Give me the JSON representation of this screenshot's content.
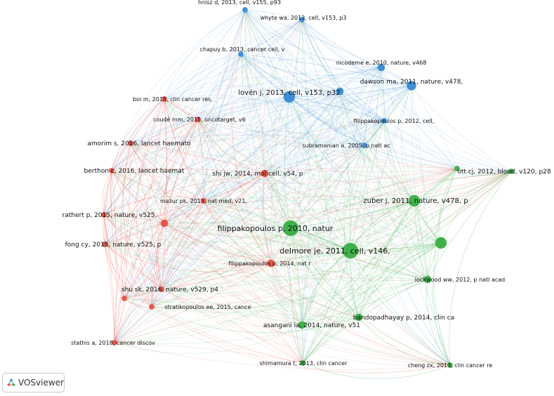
{
  "app": {
    "name": "VOSviewer"
  },
  "colors": {
    "red": "#e8544a",
    "blue": "#3f8fd6",
    "green": "#3fb04a"
  },
  "nodes": [
    {
      "id": "n1",
      "label": "hnisz d, 2013, cell, v155, p93",
      "cluster": "blue",
      "weight": 1
    },
    {
      "id": "n2",
      "label": "whyte wa, 2013, cell, v153, p3",
      "cluster": "blue",
      "weight": 1
    },
    {
      "id": "n3",
      "label": "chapuy b, 2013, cancer cell, v",
      "cluster": "blue",
      "weight": 1
    },
    {
      "id": "n4",
      "label": "nicodeme e, 2010, nature, v468",
      "cluster": "blue",
      "weight": 2
    },
    {
      "id": "n5",
      "label": "dawson ma, 2011, nature, v478,",
      "cluster": "blue",
      "weight": 3
    },
    {
      "id": "n6",
      "label": "lovén j, 2013, cell, v153, p32",
      "cluster": "blue",
      "weight": 4
    },
    {
      "id": "n7",
      "label": "",
      "cluster": "blue",
      "weight": 2
    },
    {
      "id": "n8",
      "label": "filippakopoulos p, 2012, cell,",
      "cluster": "blue",
      "weight": 1
    },
    {
      "id": "n9",
      "label": "subramanian a, 2005, p natl ac",
      "cluster": "blue",
      "weight": 1
    },
    {
      "id": "n10",
      "label": "boi m, 2015, clin cancer res,",
      "cluster": "red",
      "weight": 1
    },
    {
      "id": "n11",
      "label": "coudé mm, 2015, oncotarget, v6",
      "cluster": "red",
      "weight": 1
    },
    {
      "id": "n12",
      "label": "amorim s, 2016, lancet haemato",
      "cluster": "red",
      "weight": 1
    },
    {
      "id": "n13",
      "label": "berthon c, 2016, lancet haemat",
      "cluster": "red",
      "weight": 1
    },
    {
      "id": "n14",
      "label": "shi jw, 2014, mol cell, v54, p",
      "cluster": "red",
      "weight": 2
    },
    {
      "id": "n15",
      "label": "mazur pk, 2015, nat med, v21,",
      "cluster": "red",
      "weight": 1
    },
    {
      "id": "n16",
      "label": "rathert p, 2015, nature, v525,",
      "cluster": "red",
      "weight": 1
    },
    {
      "id": "n17",
      "label": "",
      "cluster": "red",
      "weight": 2
    },
    {
      "id": "n18",
      "label": "fong cy, 2015, nature, v525, p",
      "cluster": "red",
      "weight": 1
    },
    {
      "id": "n19",
      "label": "filippakopoulos p, 2014, nat r",
      "cluster": "red",
      "weight": 2
    },
    {
      "id": "n20",
      "label": "shu sk, 2016, nature, v529, p4",
      "cluster": "red",
      "weight": 1
    },
    {
      "id": "n21",
      "label": "",
      "cluster": "red",
      "weight": 1
    },
    {
      "id": "n22",
      "label": "stratikopoulos ee, 2015, cance",
      "cluster": "red",
      "weight": 1
    },
    {
      "id": "n23",
      "label": "stathis a, 2018, cancer discov",
      "cluster": "red",
      "weight": 1
    },
    {
      "id": "n24",
      "label": "",
      "cluster": "green",
      "weight": 1
    },
    {
      "id": "n25",
      "label": "ott cj, 2012, blood, v120, p28",
      "cluster": "green",
      "weight": 1
    },
    {
      "id": "n26",
      "label": "zuber j, 2011, nature, v478, p",
      "cluster": "green",
      "weight": 4
    },
    {
      "id": "n27",
      "label": "filippakopoulos p, 2010, natur",
      "cluster": "green",
      "weight": 6
    },
    {
      "id": "n28",
      "label": "",
      "cluster": "green",
      "weight": 4
    },
    {
      "id": "n29",
      "label": "delmore je, 2011, cell, v146,",
      "cluster": "green",
      "weight": 6
    },
    {
      "id": "n30",
      "label": "lockwood ww, 2012, p natl acad",
      "cluster": "green",
      "weight": 2
    },
    {
      "id": "n31",
      "label": "bandopadhayay p, 2014, clin ca",
      "cluster": "green",
      "weight": 2
    },
    {
      "id": "n32",
      "label": "asangani ia, 2014, nature, v51",
      "cluster": "green",
      "weight": 2
    },
    {
      "id": "n33",
      "label": "shimamura t, 2013, clin cancer",
      "cluster": "green",
      "weight": 1
    },
    {
      "id": "n34",
      "label": "cheng zx, 2013, clin cancer re",
      "cluster": "green",
      "weight": 1
    }
  ]
}
